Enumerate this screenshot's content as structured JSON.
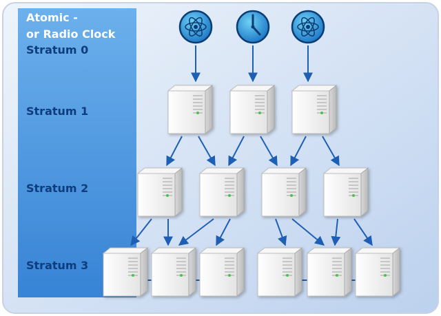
{
  "header": {
    "line1": "Atomic -",
    "line2": "or Radio Clock"
  },
  "strata": [
    {
      "label": "Stratum 0"
    },
    {
      "label": "Stratum 1"
    },
    {
      "label": "Stratum 2"
    },
    {
      "label": "Stratum 3"
    }
  ],
  "sources": [
    {
      "kind": "atomic",
      "icon": "atom-icon"
    },
    {
      "kind": "radio-clock",
      "icon": "clock-icon"
    },
    {
      "kind": "atomic",
      "icon": "atom-icon"
    }
  ],
  "servers": {
    "stratum1_count": 3,
    "stratum2_count": 4,
    "stratum3_count": 6
  },
  "colors": {
    "frame_bg_top": "#e9f0fa",
    "frame_bg_bottom": "#bed3ee",
    "sidebar_top": "#63aae9",
    "sidebar_bottom": "#3a86d7",
    "stratum_label": "#0d3d7c",
    "header_text": "#ffffff",
    "arrow": "#1e5fb4",
    "server_body": "#f3f3f3",
    "server_side": "#cfcfcf"
  }
}
